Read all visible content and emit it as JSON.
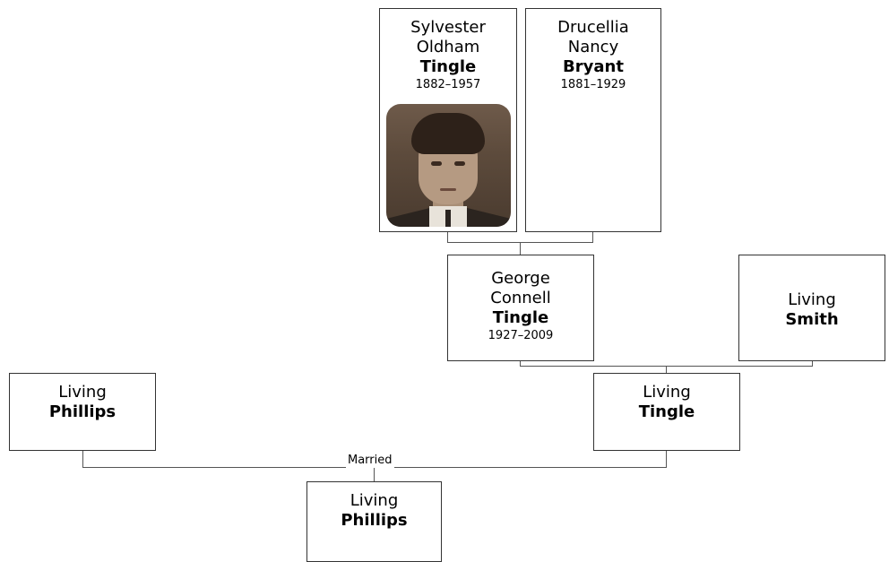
{
  "marriage_label": "Married",
  "people": {
    "sylvester": {
      "first": "Sylvester",
      "middle": "Oldham",
      "surname": "Tingle",
      "dates": "1882–1957"
    },
    "drucellia": {
      "first": "Drucellia",
      "middle": "Nancy",
      "surname": "Bryant",
      "dates": "1881–1929"
    },
    "george": {
      "first": "George",
      "middle": "Connell",
      "surname": "Tingle",
      "dates": "1927–2009"
    },
    "living_smith": {
      "first": "Living",
      "surname": "Smith"
    },
    "living_tingle": {
      "first": "Living",
      "surname": "Tingle"
    },
    "living_phillips_parent": {
      "first": "Living",
      "surname": "Phillips"
    },
    "living_phillips_child": {
      "first": "Living",
      "surname": "Phillips"
    }
  }
}
